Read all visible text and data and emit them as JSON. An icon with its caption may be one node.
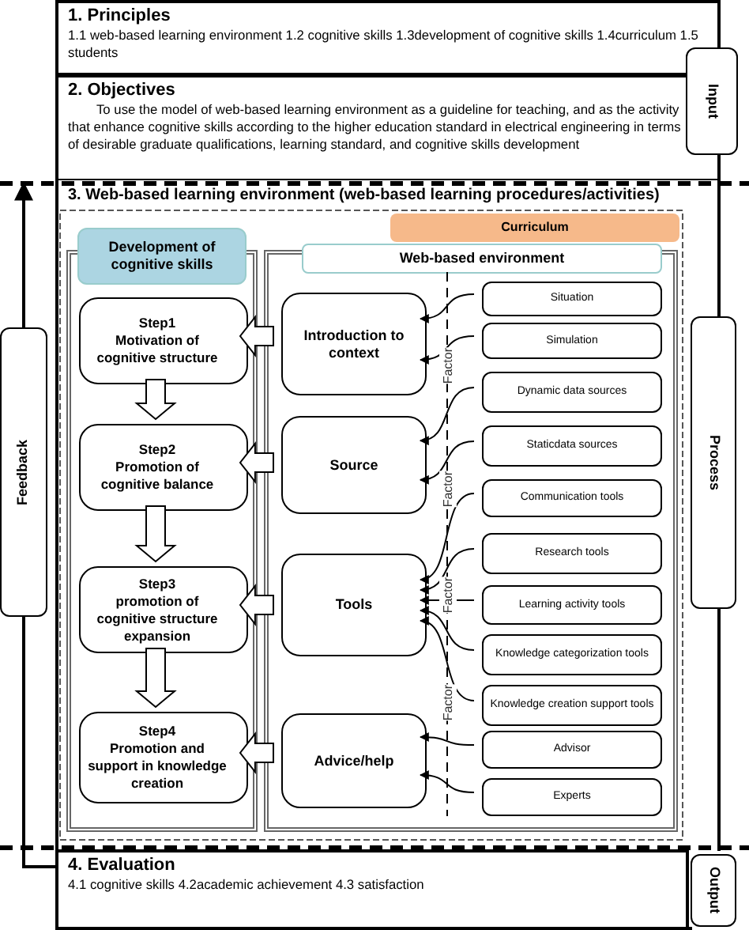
{
  "diagram": {
    "nodes": [
      {
        "text": [
          "1. Principles",
          "1.1 web-based learning environment 1.2 cognitive skills 1.3development of cognitive skills 1.4curriculum 1.5 students"
        ]
      },
      {
        "text": [
          "2. Objectives",
          "To use the model of web-based learning environment as a guideline for teaching, and as the activity that enhance cognitive skills according to the higher education standard in electrical engineering in terms of desirable graduate qualifications, learning standard, and cognitive skills development"
        ]
      },
      {
        "text": [
          "Input"
        ]
      },
      {
        "text": [
          "3. Web-based learning environment (web-based learning procedures/activities)"
        ]
      },
      {
        "text": [
          "Curriculum"
        ],
        "in": 3
      },
      {
        "text": [
          "Development of cognitive skills"
        ],
        "in": 3
      },
      {
        "text": [
          "Step1",
          "Motivation of cognitive structure"
        ],
        "in": 5
      },
      {
        "text": [
          "Step2",
          "Promotion of cognitive balance"
        ],
        "in": 5
      },
      {
        "text": [
          "Step3",
          "promotion of cognitive structure expansion"
        ],
        "in": 5
      },
      {
        "text": [
          "Step4",
          "Promotion and support in knowledge creation"
        ],
        "in": 5
      },
      {
        "text": [
          "Web-based environment"
        ],
        "in": 3
      },
      {
        "text": [
          "Introduction to context"
        ],
        "in": 10
      },
      {
        "text": [
          "Source"
        ],
        "in": 10
      },
      {
        "text": [
          "Tools"
        ],
        "in": 10
      },
      {
        "text": [
          "Advice/help"
        ],
        "in": 10
      },
      {
        "text": [
          "Situation"
        ],
        "in": 10
      },
      {
        "text": [
          "Simulation"
        ],
        "in": 10
      },
      {
        "text": [
          "Dynamic data sources"
        ],
        "in": 10
      },
      {
        "text": [
          "Staticdata sources"
        ],
        "in": 10
      },
      {
        "text": [
          "Communication tools"
        ],
        "in": 10
      },
      {
        "text": [
          "Research tools"
        ],
        "in": 10
      },
      {
        "text": [
          "Learning activity tools"
        ],
        "in": 10
      },
      {
        "text": [
          "Knowledge categorization tools"
        ],
        "in": 10
      },
      {
        "text": [
          "Knowledge creation support tools"
        ],
        "in": 10
      },
      {
        "text": [
          "Advisor"
        ],
        "in": 10
      },
      {
        "text": [
          "Experts"
        ],
        "in": 10
      },
      {
        "text": [
          "Process"
        ]
      },
      {
        "text": [
          "Feedback"
        ]
      },
      {
        "text": [
          "4. Evaluation",
          "4.1 cognitive skills 4.2academic achievement 4.3 satisfaction"
        ]
      },
      {
        "text": [
          "Output"
        ]
      }
    ],
    "edges": [
      {
        "from": 6,
        "to": 7,
        "arrow": "to",
        "style": "thick"
      },
      {
        "from": 7,
        "to": 8,
        "arrow": "to",
        "style": "thick"
      },
      {
        "from": 8,
        "to": 9,
        "arrow": "to",
        "style": "thick"
      },
      {
        "from": 11,
        "to": 6,
        "arrow": "to",
        "style": "thick"
      },
      {
        "from": 12,
        "to": 7,
        "arrow": "to",
        "style": "thick"
      },
      {
        "from": 13,
        "to": 8,
        "arrow": "to",
        "style": "thick"
      },
      {
        "from": 14,
        "to": 9,
        "arrow": "to",
        "style": "thick"
      },
      {
        "from": 15,
        "to": 11,
        "arrow": "to"
      },
      {
        "from": 16,
        "to": 11,
        "arrow": "to"
      },
      {
        "from": 17,
        "to": 12,
        "arrow": "to"
      },
      {
        "from": 18,
        "to": 12,
        "arrow": "to"
      },
      {
        "from": 19,
        "to": 13,
        "arrow": "to"
      },
      {
        "from": 20,
        "to": 13,
        "arrow": "to"
      },
      {
        "from": 21,
        "to": 13,
        "arrow": "to"
      },
      {
        "from": 22,
        "to": 13,
        "arrow": "to"
      },
      {
        "from": 23,
        "to": 13,
        "arrow": "to"
      },
      {
        "from": 24,
        "to": 14,
        "arrow": "to"
      },
      {
        "from": 25,
        "to": 14,
        "arrow": "to"
      },
      {
        "from": 28,
        "to": 27,
        "arrow": "none"
      },
      {
        "from": 27,
        "to": 3,
        "arrow": "to"
      }
    ],
    "labels": [
      "Factor",
      "Factor",
      "Factor",
      "Factor"
    ]
  }
}
